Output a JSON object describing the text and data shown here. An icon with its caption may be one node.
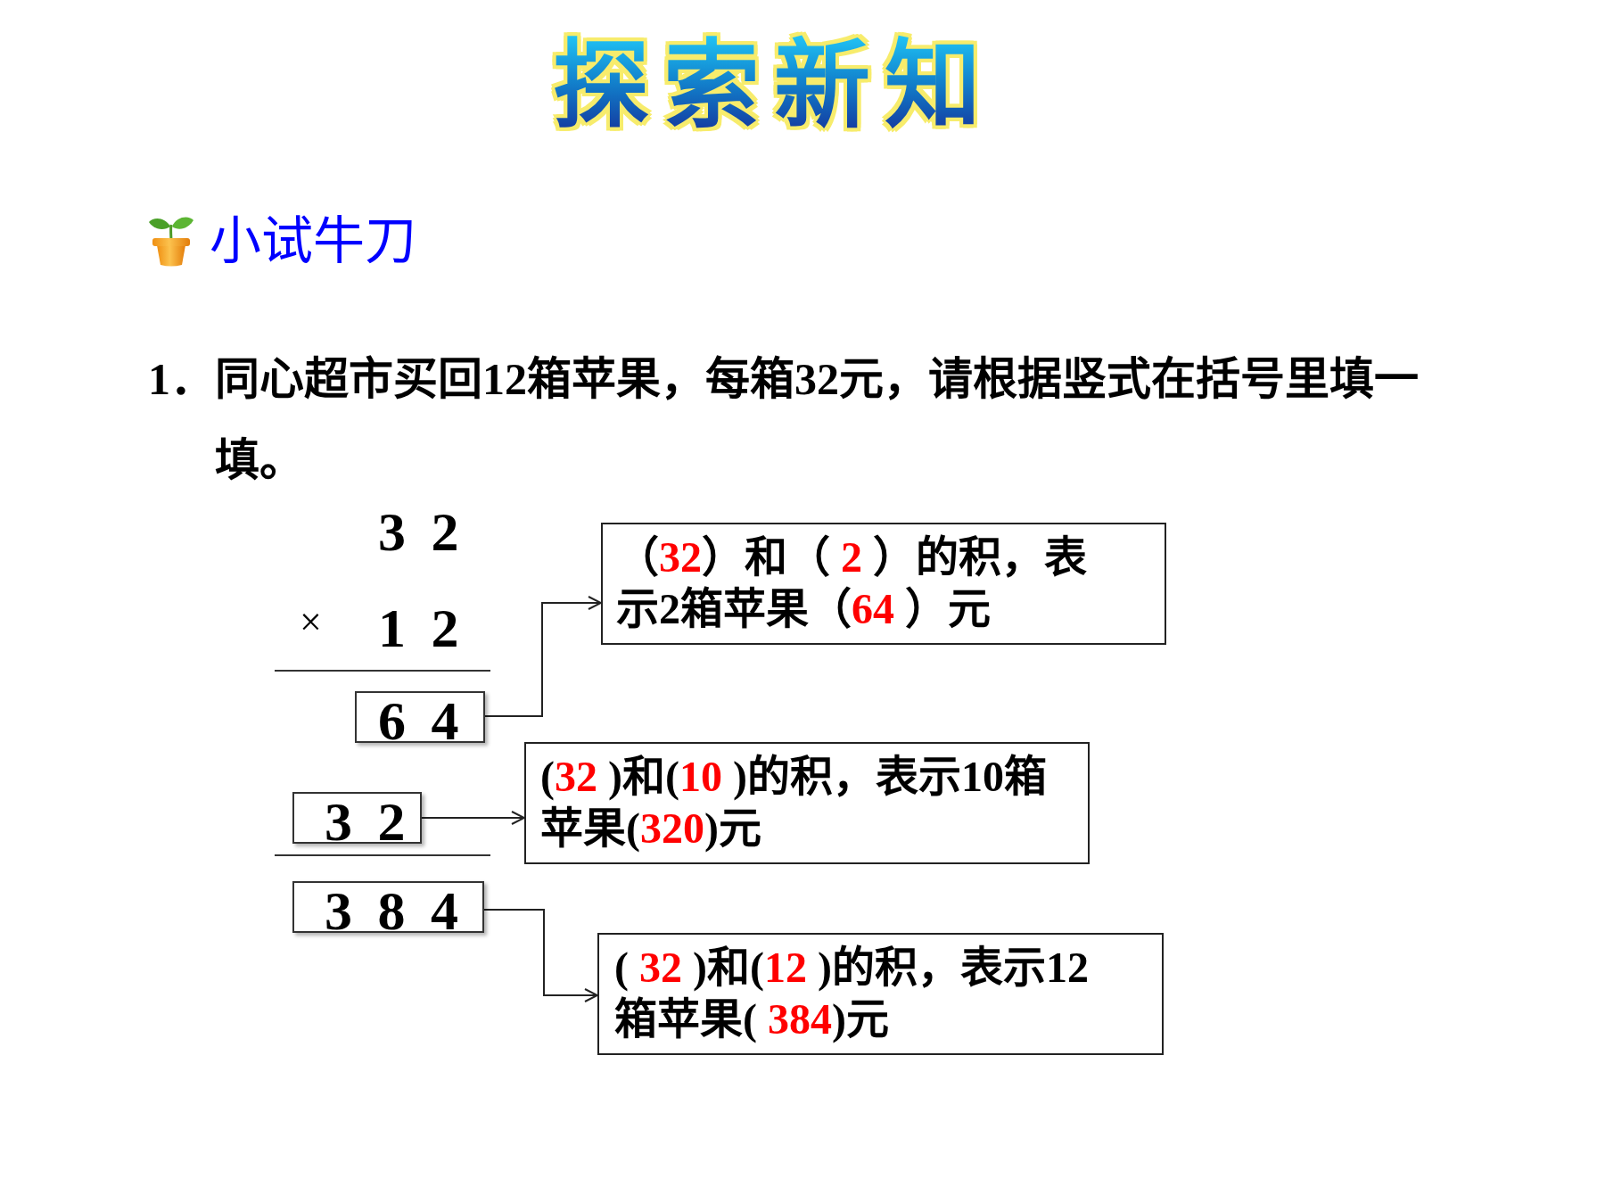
{
  "diagram": {
    "title": "探索新知",
    "nodes": [
      {
        "text": [
          "6 4"
        ]
      },
      {
        "text": [
          "（**32**）和（ **2** ）的积，表示2箱苹果（**64** ）元"
        ]
      },
      {
        "text": [
          "3 2"
        ]
      },
      {
        "text": [
          "(**32** )和(**10** )的积，表示10箱苹果(**320**)元"
        ]
      },
      {
        "text": [
          "3 8 4"
        ]
      },
      {
        "text": [
          "( **32** )和(**12** )的积，表示12箱苹果( **384**)元"
        ]
      }
    ],
    "edges": [
      {
        "from": 0,
        "to": 1,
        "arrow": "to"
      },
      {
        "from": 2,
        "to": 3,
        "arrow": "to"
      },
      {
        "from": 4,
        "to": 5,
        "arrow": "to"
      }
    ],
    "labels": [
      "小试牛刀",
      "1．同心超市买回12箱苹果，每箱32元，请根据竖式在括号里填一填。",
      "3 2",
      "×",
      "1 2"
    ]
  }
}
